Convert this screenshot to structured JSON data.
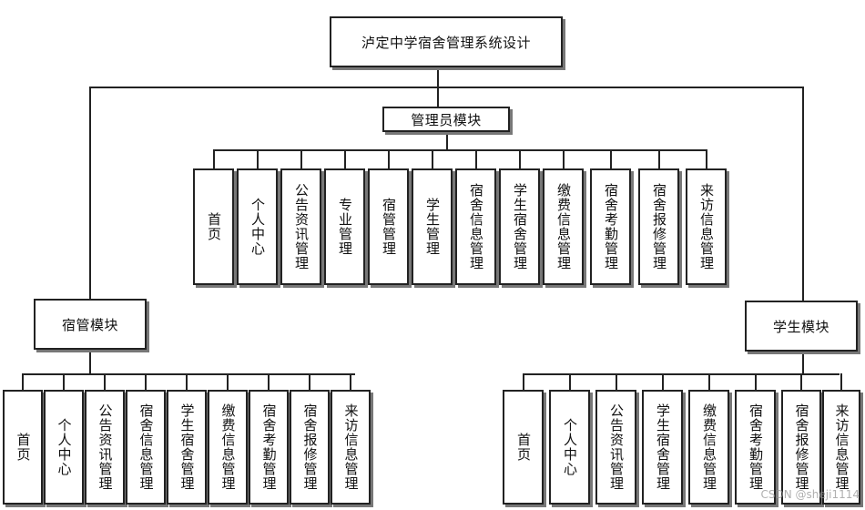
{
  "root": "泸定中学宿舍管理系统设计",
  "admin": {
    "title": "管理员模块",
    "items": [
      "首页",
      "个人中心",
      "公告资讯管理",
      "专业管理",
      "宿管管理",
      "学生管理",
      "宿舍信息管理",
      "学生宿舍管理",
      "缴费信息管理",
      "宿舍考勤管理",
      "宿舍报修管理",
      "来访信息管理"
    ]
  },
  "dorm": {
    "title": "宿管模块",
    "items": [
      "首页",
      "个人中心",
      "公告资讯管理",
      "宿舍信息管理",
      "学生宿舍管理",
      "缴费信息管理",
      "宿舍考勤管理",
      "宿舍报修管理",
      "来访信息管理"
    ]
  },
  "student": {
    "title": "学生模块",
    "items": [
      "首页",
      "个人中心",
      "公告资讯管理",
      "学生宿舍管理",
      "缴费信息管理",
      "宿舍考勤管理",
      "宿舍报修管理",
      "来访信息管理"
    ]
  },
  "watermark": "CSDN @sheji1114",
  "colors": {
    "line": "#222222",
    "box_border": "#222222",
    "shadow": "#777777"
  }
}
